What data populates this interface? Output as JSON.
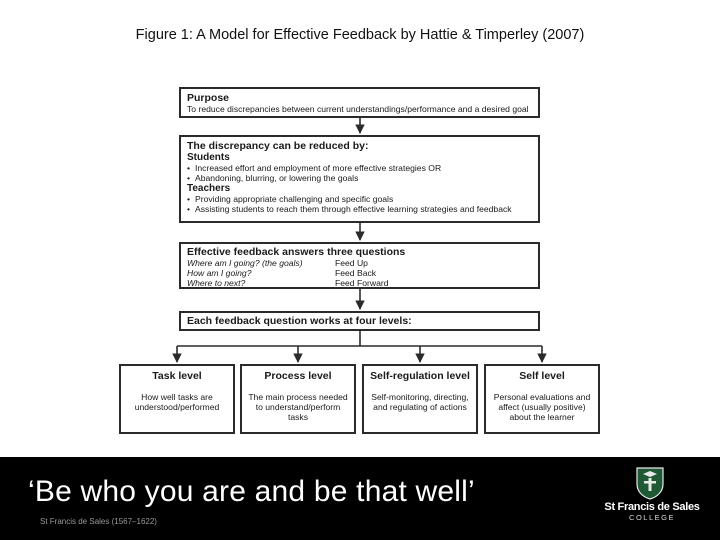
{
  "figure_title": "Figure 1: A Model for Effective Feedback by Hattie & Timperley (2007)",
  "purpose": {
    "heading": "Purpose",
    "text": "To reduce discrepancies between current understandings/performance and a desired goal"
  },
  "discrepancy": {
    "heading": "The discrepancy can be reduced by:",
    "students_heading": "Students",
    "students_items": [
      "Increased effort and employment of more effective strategies OR",
      "Abandoning, blurring, or lowering the goals"
    ],
    "teachers_heading": "Teachers",
    "teachers_items": [
      "Providing appropriate challenging and specific goals",
      "Assisting students to reach them through effective learning strategies and feedback"
    ]
  },
  "questions": {
    "heading": "Effective feedback answers three questions",
    "rows": [
      {
        "question": "Where am I going? (the goals)",
        "answer": "Feed Up"
      },
      {
        "question": "How am I going?",
        "answer": "Feed Back"
      },
      {
        "question": "Where to next?",
        "answer": "Feed Forward"
      }
    ]
  },
  "four_levels": {
    "heading": "Each feedback question works at four levels:"
  },
  "levels": [
    {
      "title": "Task level",
      "text": "How well tasks are understood/performed"
    },
    {
      "title": "Process level",
      "text": "The main process needed to understand/perform tasks"
    },
    {
      "title": "Self-regulation level",
      "text": "Self-monitoring, directing, and regulating of actions"
    },
    {
      "title": "Self level",
      "text": "Personal evaluations and affect (usually positive) about the learner"
    }
  ],
  "footer": {
    "quote": "‘Be who you are and be that well’",
    "attribution": "St Francis de Sales (1567–1622)",
    "college_name": "St Francis de Sales",
    "college_sub": "COLLEGE"
  },
  "colors": {
    "footer_bg": "#000000",
    "crest_green": "#1f5a35",
    "box_border": "#2b2b2b"
  }
}
